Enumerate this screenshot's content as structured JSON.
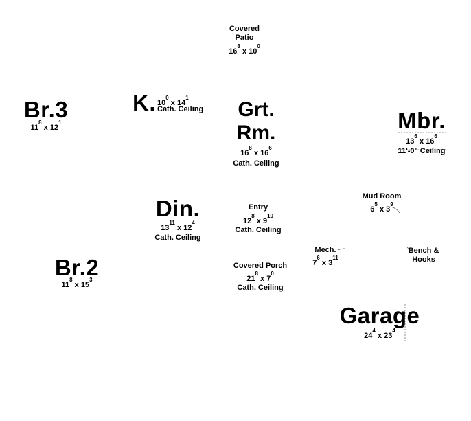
{
  "rooms": {
    "patio": {
      "name_line1": "Covered",
      "name_line2": "Patio",
      "dim_a": "16",
      "dim_a_sup": "8",
      "dim_b": "10",
      "dim_b_sup": "0"
    },
    "br3": {
      "name": "Br.3",
      "dim_a": "11",
      "dim_a_sup": "8",
      "dim_b": "12",
      "dim_b_sup": "1"
    },
    "kitchen": {
      "name": "K.",
      "dim_a": "10",
      "dim_a_sup": "0",
      "dim_b": "14",
      "dim_b_sup": "1",
      "note": "Cath. Ceiling"
    },
    "great_room": {
      "name_line1": "Grt.",
      "name_line2": "Rm.",
      "dim_a": "16",
      "dim_a_sup": "8",
      "dim_b": "16",
      "dim_b_sup": "6",
      "note": "Cath. Ceiling"
    },
    "master": {
      "name": "Mbr.",
      "dim_a": "13",
      "dim_a_sup": "6",
      "dim_b": "16",
      "dim_b_sup": "6",
      "note": "11'-0\" Ceiling"
    },
    "dining": {
      "name": "Din.",
      "dim_a": "13",
      "dim_a_sup": "11",
      "dim_b": "12",
      "dim_b_sup": "4",
      "note": "Cath. Ceiling"
    },
    "entry": {
      "name": "Entry",
      "dim_a": "12",
      "dim_a_sup": "8",
      "dim_b": "9",
      "dim_b_sup": "10",
      "note": "Cath. Ceiling"
    },
    "mud_room": {
      "name": "Mud Room",
      "dim_a": "6",
      "dim_a_sup": "5",
      "dim_b": "3",
      "dim_b_sup": "9"
    },
    "br2": {
      "name": "Br.2",
      "dim_a": "11",
      "dim_a_sup": "8",
      "dim_b": "15",
      "dim_b_sup": "3"
    },
    "porch": {
      "name": "Covered Porch",
      "dim_a": "21",
      "dim_a_sup": "8",
      "dim_b": "7",
      "dim_b_sup": "0",
      "note": "Cath. Ceiling"
    },
    "mech": {
      "name": "Mech.",
      "dim_a": "7",
      "dim_a_sup": "6",
      "dim_b": "3",
      "dim_b_sup": "11"
    },
    "bench": {
      "name_line1": "Bench &",
      "name_line2": "Hooks"
    },
    "garage": {
      "name": "Garage",
      "dim_a": "24",
      "dim_a_sup": "4",
      "dim_b": "23",
      "dim_b_sup": "4"
    }
  },
  "separator": "x",
  "colors": {
    "text": "#000000",
    "background": "#ffffff",
    "leader_line": "#555555"
  }
}
